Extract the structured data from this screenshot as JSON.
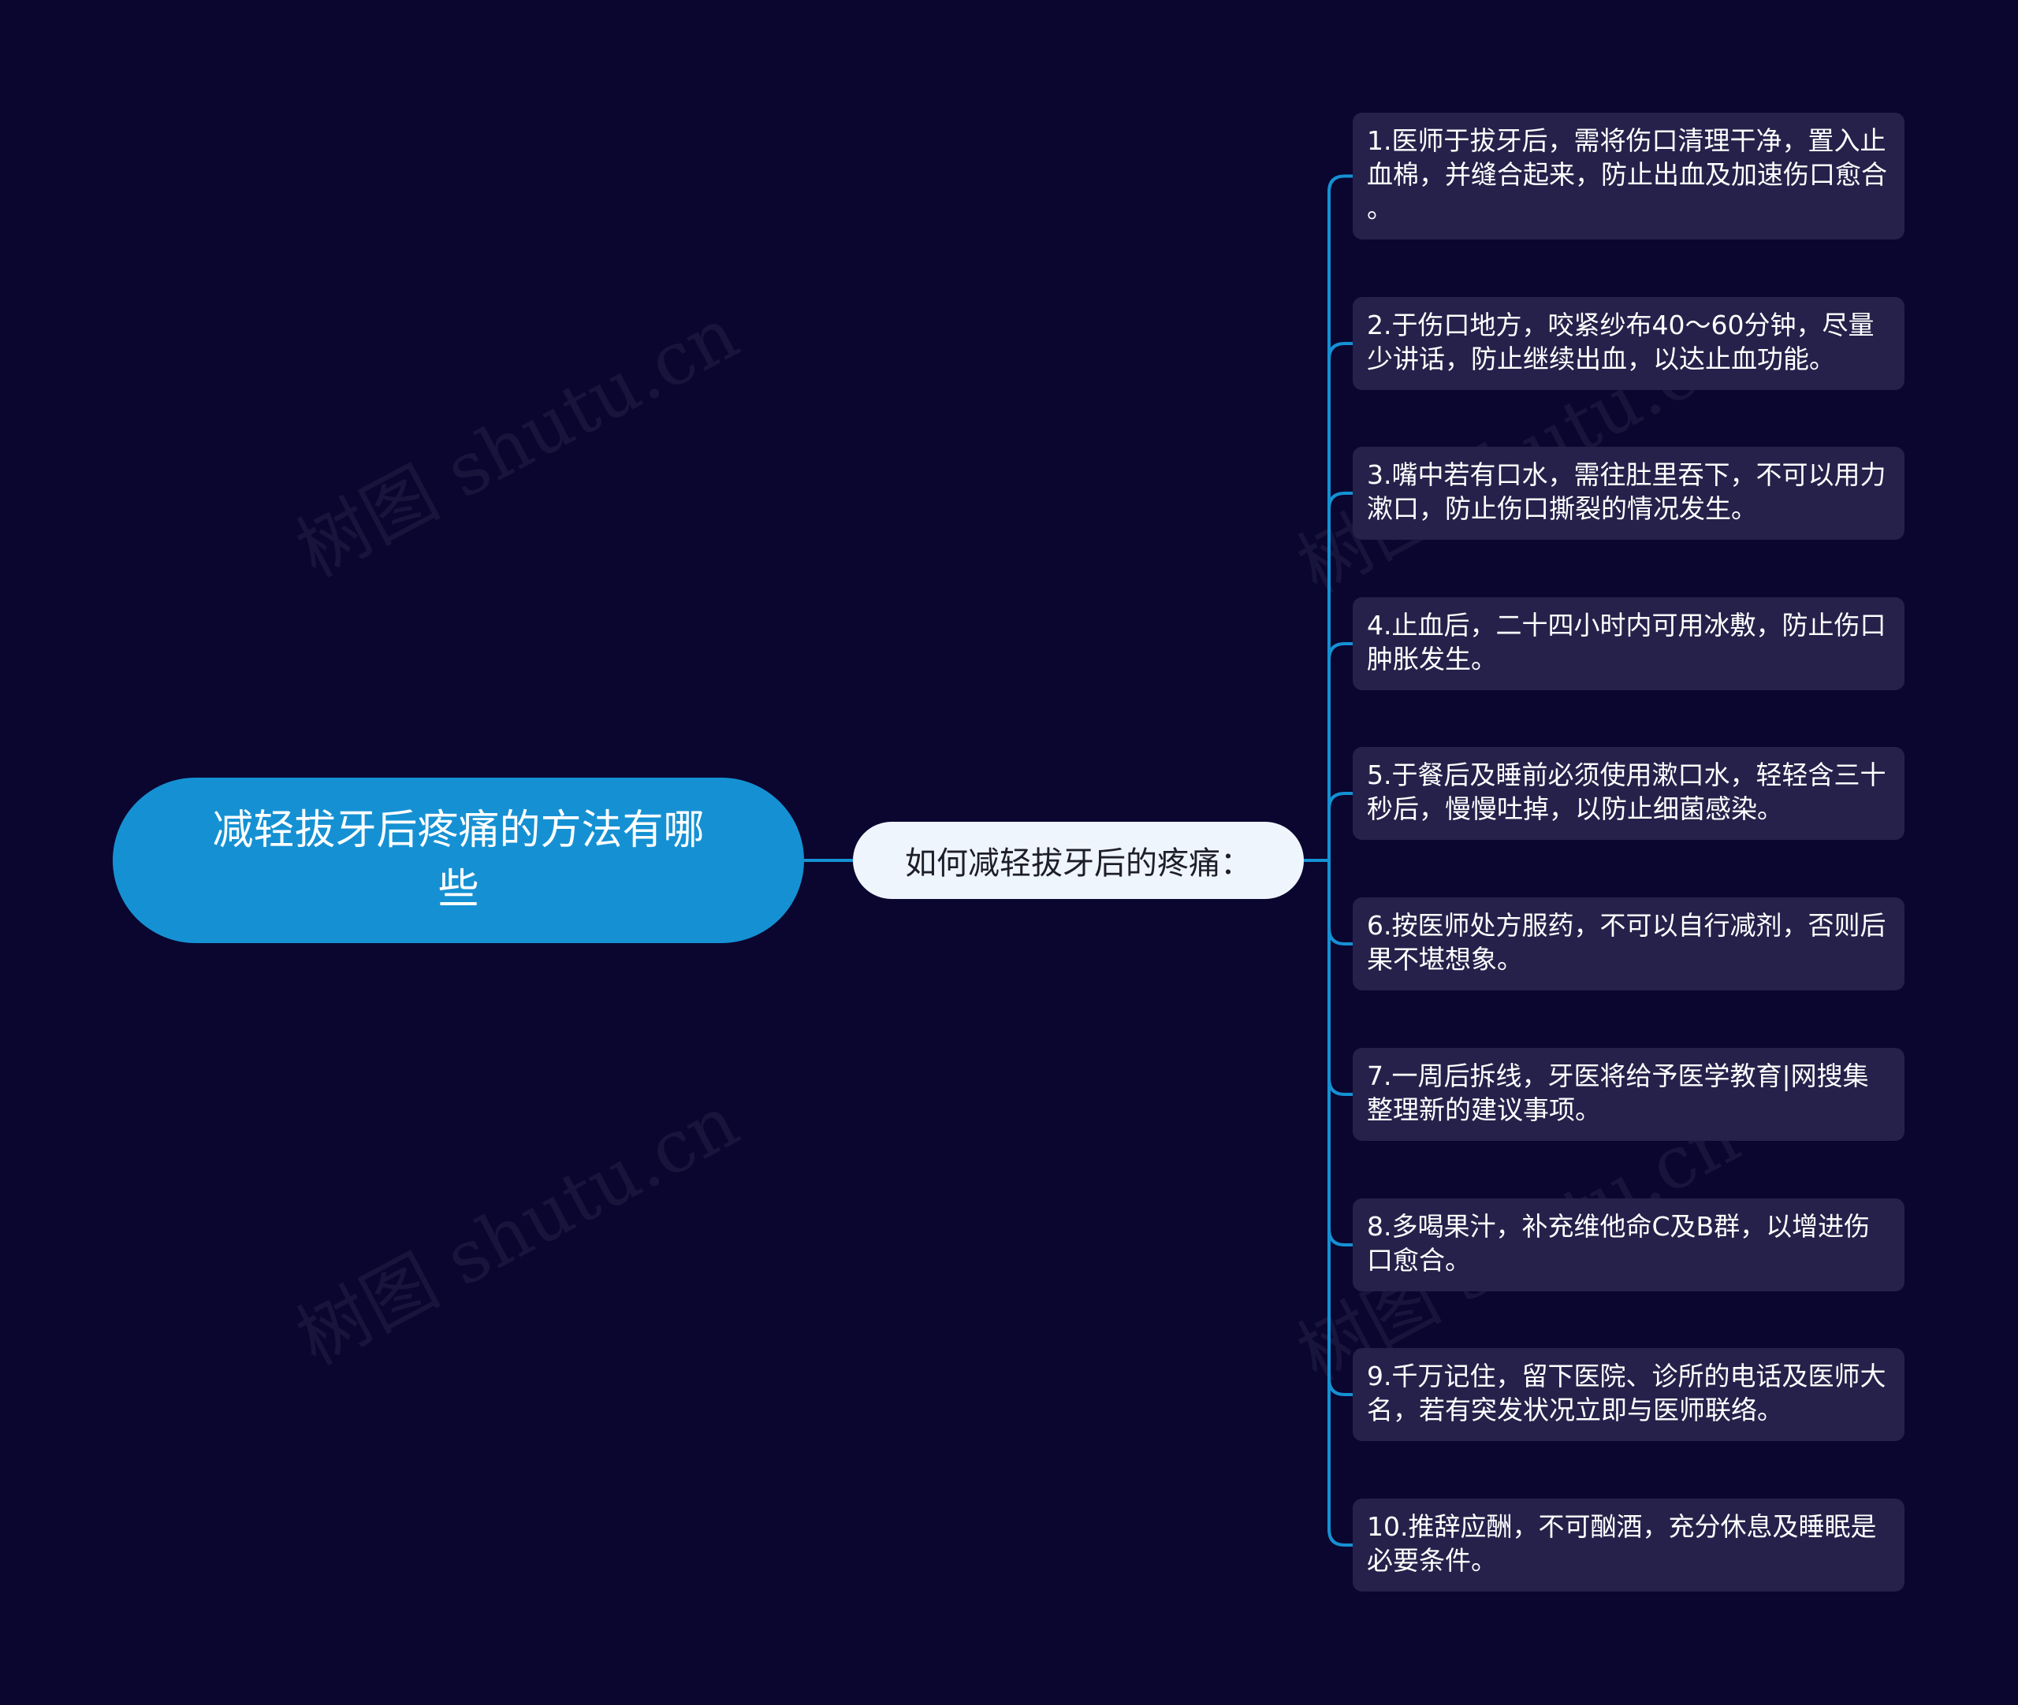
{
  "root": {
    "label": "减轻拔牙后疼痛的方法有哪些"
  },
  "branch": {
    "label": "如何减轻拔牙后的疼痛："
  },
  "leaves": [
    "1.医师于拔牙后，需将伤口清理干净，置入止\n血棉，并缝合起来，防止出血及加速伤口愈合\n。",
    "2.于伤口地方，咬紧纱布40～60分钟，尽量\n少讲话，防止继续出血，以达止血功能。",
    "3.嘴中若有口水，需往肚里吞下，不可以用力\n漱口，防止伤口撕裂的情况发生。",
    "4.止血后，二十四小时内可用冰敷，防止伤口\n肿胀发生。",
    "5.于餐后及睡前必须使用漱口水，轻轻含三十\n秒后，慢慢吐掉，以防止细菌感染。",
    "6.按医师处方服药，不可以自行减剂，否则后\n果不堪想象。",
    "7.一周后拆线，牙医将给予医学教育|网搜集\n整理新的建议事项。",
    "8.多喝果汁，补充维他命C及B群，以增进伤\n口愈合。",
    "9.千万记住，留下医院、诊所的电话及医师大\n名，若有突发状况立即与医师联络。",
    "10.推辞应酬，不可酗酒，充分休息及睡眠是\n必要条件。"
  ],
  "watermarks": [
    "树图 shutu.cn",
    "树图 shutu.cn",
    "树图 shutu.cn",
    "树图 shutu.cn"
  ],
  "colors": {
    "background": "#0a0630",
    "root_fill": "#1591d3",
    "branch_fill": "#eff5fd",
    "leaf_fill": "#25214a",
    "connector": "#1591d3"
  }
}
